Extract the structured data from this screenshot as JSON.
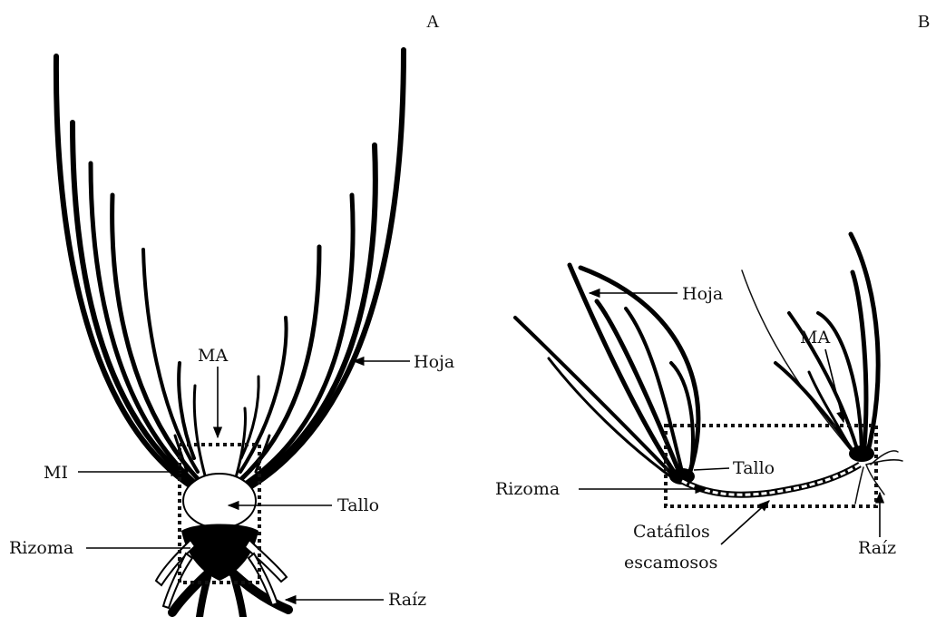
{
  "panels": {
    "a": "A",
    "b": "B"
  },
  "diagram_a": {
    "labels": {
      "ma": "MA",
      "mi": "MI",
      "hoja": "Hoja",
      "tallo": "Tallo",
      "rizoma": "Rizoma",
      "raiz": "Raíz"
    }
  },
  "diagram_b": {
    "labels": {
      "hoja": "Hoja",
      "ma": "MA",
      "tallo": "Tallo",
      "rizoma": "Rizoma",
      "catafilos_line1": "Catáfilos",
      "catafilos_line2": "escamosos",
      "raiz": "Raíz"
    }
  }
}
